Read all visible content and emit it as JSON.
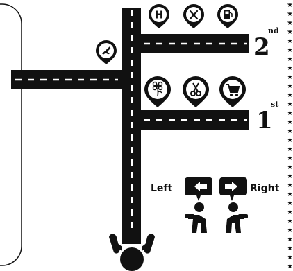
{
  "streets": [
    {
      "number": "2",
      "suffix": "nd"
    },
    {
      "number": "1",
      "suffix": "st"
    }
  ],
  "directions": {
    "left": "Left",
    "right": "Right"
  },
  "icons": {
    "second_street": [
      "hospital-icon",
      "restaurant-icon",
      "gas-station-icon"
    ],
    "first_street": [
      "flower-shop-icon",
      "barber-icon",
      "shopping-cart-icon"
    ],
    "west_road": [
      "airport-icon"
    ]
  },
  "hospital_letter": "H",
  "colors": {
    "road": "#111111",
    "lane": "#ffffff",
    "background": "#ffffff"
  }
}
